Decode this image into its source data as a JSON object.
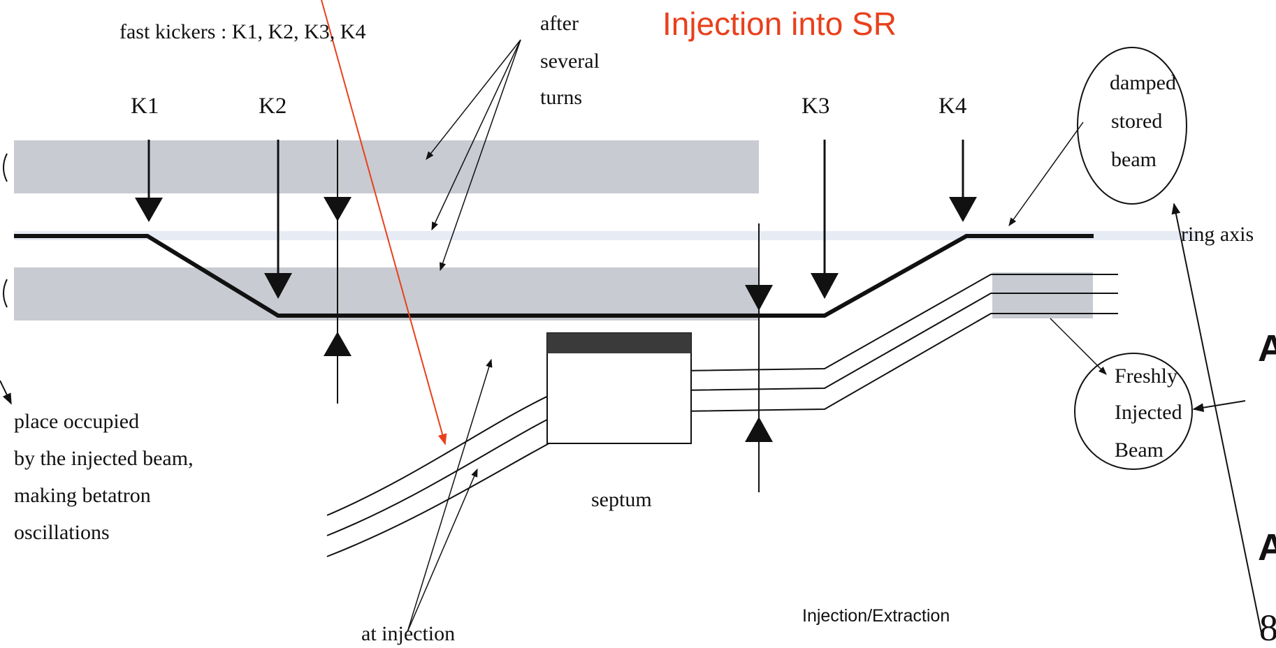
{
  "title": "Injection into SR",
  "footer": "Injection/Extraction",
  "kickers_header": "fast kickers : K1, K2, K3, K4",
  "kickers": [
    {
      "id": "k1",
      "label": "K1"
    },
    {
      "id": "k2",
      "label": "K2"
    },
    {
      "id": "k3",
      "label": "K3"
    },
    {
      "id": "k4",
      "label": "K4"
    }
  ],
  "after_several_turns": [
    "after",
    "several",
    "turns"
  ],
  "damped_stored_beam": [
    "damped",
    "stored",
    "beam"
  ],
  "ring_axis": "ring axis",
  "place_occupied": [
    "place occupied",
    "by the injected beam,",
    "making betatron",
    "oscillations"
  ],
  "freshly_injected_beam": [
    "Freshly",
    "Injected",
    "Beam"
  ],
  "septum": "septum",
  "at_injection": "at injection",
  "cropped_letters": [
    "A",
    "A",
    "8"
  ],
  "colors": {
    "title": "#e8401c",
    "pointer_line": "#e8401c",
    "beam_band": "#c8cbd2",
    "axis_highlight": "#e6ebf4",
    "orbit_line": "#111111",
    "septum_blade": "#3a3a3a"
  }
}
